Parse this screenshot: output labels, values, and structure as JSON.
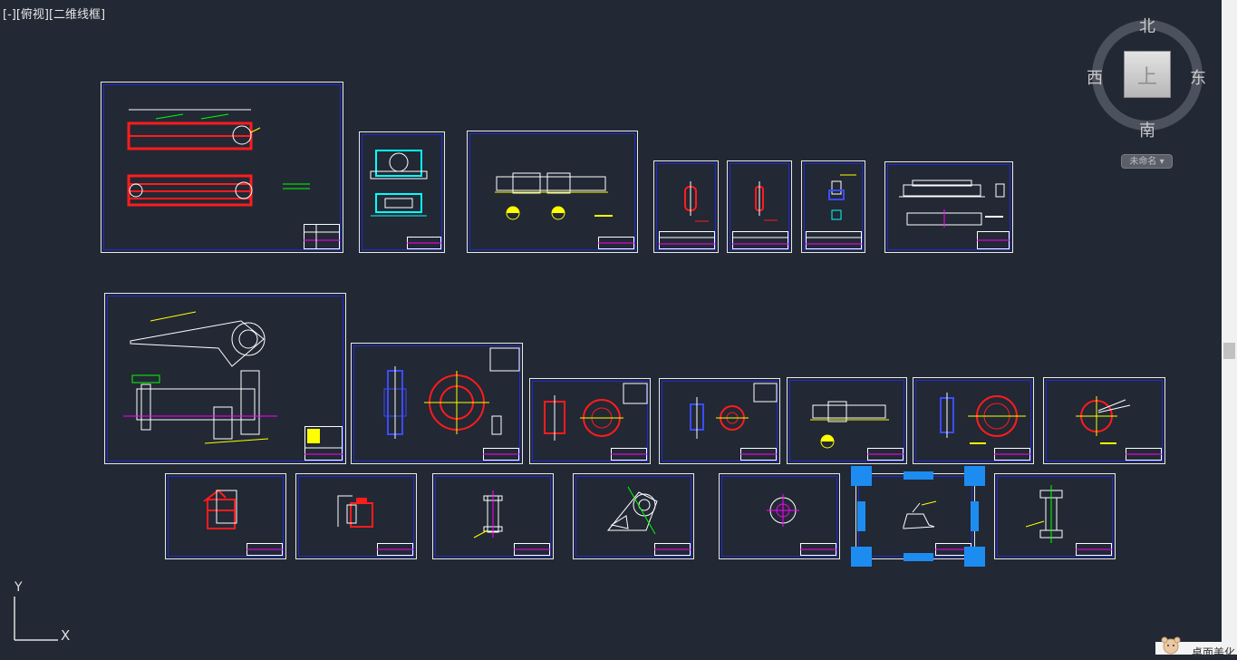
{
  "viewport": {
    "label": "[-][俯视][二维线框]"
  },
  "viewcube": {
    "north": "北",
    "south": "南",
    "east": "东",
    "west": "西",
    "face": "上",
    "ucs_menu": "未命名 ▾"
  },
  "ucs_icon": {
    "y_label": "Y",
    "x_label": "X"
  },
  "taskbar_widget": {
    "label": "桌面美化"
  },
  "colors": {
    "background": "#222834",
    "sheet_border": "#e8e8e8",
    "inner_border": "#1e2bd6",
    "red": "#ff1c1c",
    "yellow": "#ffff00",
    "white": "#ffffff",
    "cyan": "#00ffff",
    "magenta": "#ff00ff",
    "green": "#00ff00",
    "blue": "#3a4dff",
    "selection_grip": "#1d8cf0"
  },
  "sheets": [
    {
      "name": "sheet-1",
      "icon": "conveyor-assembly-drawing"
    },
    {
      "name": "sheet-2",
      "icon": "bearing-housing-drawing"
    },
    {
      "name": "sheet-3",
      "icon": "shaft-drawing"
    },
    {
      "name": "sheet-4",
      "icon": "small-part-drawing"
    },
    {
      "name": "sheet-5",
      "icon": "small-part-drawing"
    },
    {
      "name": "sheet-6",
      "icon": "small-part-drawing"
    },
    {
      "name": "sheet-7",
      "icon": "frame-drawing"
    },
    {
      "name": "sheet-8",
      "icon": "general-assembly-drawing"
    },
    {
      "name": "sheet-9",
      "icon": "pulley-drawing"
    },
    {
      "name": "sheet-10",
      "icon": "pulley-drawing"
    },
    {
      "name": "sheet-11",
      "icon": "pulley-drawing"
    },
    {
      "name": "sheet-12",
      "icon": "shaft-drawing"
    },
    {
      "name": "sheet-13",
      "icon": "wheel-drawing"
    },
    {
      "name": "sheet-14",
      "icon": "disc-drawing"
    },
    {
      "name": "sheet-15",
      "icon": "bracket-drawing"
    },
    {
      "name": "sheet-16",
      "icon": "bracket-drawing"
    },
    {
      "name": "sheet-17",
      "icon": "roller-drawing"
    },
    {
      "name": "sheet-18",
      "icon": "drive-drawing"
    },
    {
      "name": "sheet-19",
      "icon": "flange-drawing"
    },
    {
      "name": "sheet-20",
      "icon": "selected-part-drawing"
    },
    {
      "name": "sheet-21",
      "icon": "roller-drawing"
    }
  ]
}
